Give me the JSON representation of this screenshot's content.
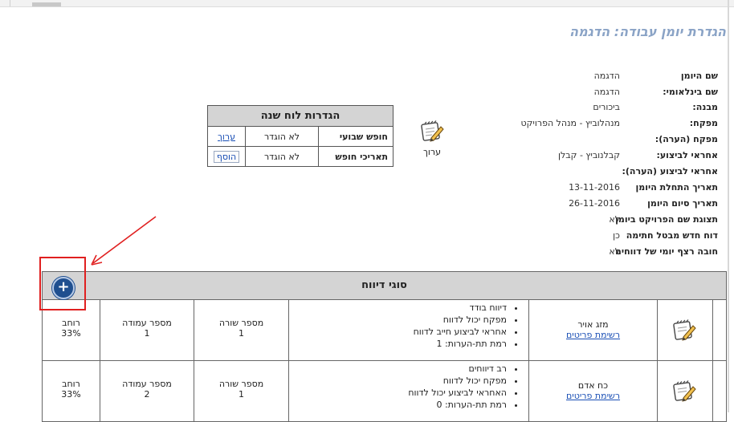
{
  "page": {
    "title": "הגדרת יומן עבודה: הדגמה"
  },
  "info": [
    {
      "label": "שם היומן",
      "value": "הדגמה"
    },
    {
      "label": "שם בינלאומי:",
      "value": "הדגמה"
    },
    {
      "label": "מבנה:",
      "value": "ביכורים"
    },
    {
      "label": "מפקח:",
      "value": "מנהלוביץ - מנהל הפרויקט"
    },
    {
      "label": "מפקח (הערה):",
      "value": ""
    },
    {
      "label": "אחראי לביצוע:",
      "value": "קבלנוביץ - קבלן"
    },
    {
      "label": "אחראי לביצוע (הערה):",
      "value": ""
    },
    {
      "label": "תאריך התחלת היומן",
      "value": "13-11-2016"
    },
    {
      "label": "תאריך סיום היומן",
      "value": "26-11-2016"
    },
    {
      "label": "תצוגת שם הפרויקט ביומן",
      "value": "לא"
    },
    {
      "label": "דוח חדש מבטל חתימה",
      "value": "כן"
    },
    {
      "label": "חובה רצף יומי של דווחים",
      "value": "לא"
    }
  ],
  "edit_button": {
    "label": "ערוך"
  },
  "year_settings": {
    "title": "הגדרות לוח שנה",
    "rows": [
      {
        "label": "חופש שבועי",
        "value": "לא הוגדר",
        "action": "ערוך"
      },
      {
        "label": "תאריכי חופש",
        "value": "לא הוגדר",
        "action": "הוסף"
      }
    ]
  },
  "reports": {
    "title": "סוגי דיווח",
    "rows": [
      {
        "name": "מזג אויר",
        "link": "רשימת פריטים",
        "bullets": [
          "דיווח בודד",
          "מפקח יכול לדווח",
          "אחראי לביצוע חייב לדווח",
          "רמת תת-הערות: 1"
        ],
        "row_label": "מספר שורה",
        "row_value": "1",
        "col_label": "מספר עמודה",
        "col_value": "1",
        "width_label": "רוחב",
        "width_value": "33%"
      },
      {
        "name": "כח אדם",
        "link": "רשימת פריטים",
        "bullets": [
          "רב דיווחים",
          "מפקח יכול לדווח",
          "האחראי לביצוע יכול לדווח",
          "רמת תת-הערות: 0"
        ],
        "row_label": "מספר שורה",
        "row_value": "1",
        "col_label": "מספר עמודה",
        "col_value": "2",
        "width_label": "רוחב",
        "width_value": "33%"
      }
    ]
  },
  "colors": {
    "title": "#8aa3c6",
    "link": "#1a4fb5",
    "annotation": "#e02020",
    "header_bg": "#d4d4d4"
  }
}
